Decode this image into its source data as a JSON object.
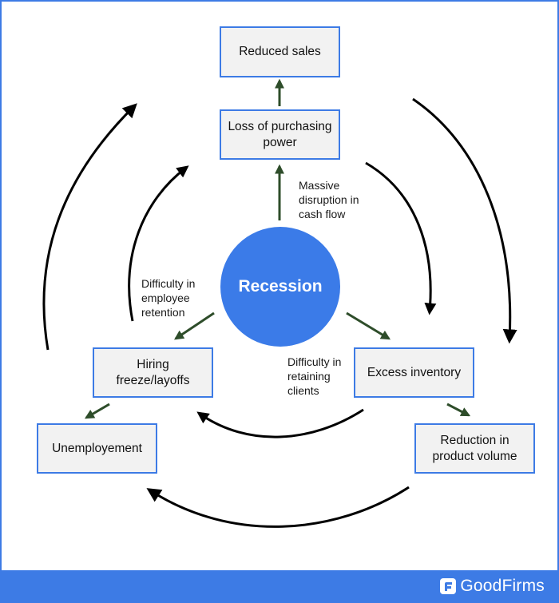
{
  "diagram": {
    "center": {
      "label": "Recession",
      "color": "#3b7be8"
    },
    "boxes": {
      "reduced_sales": "Reduced sales",
      "loss_of_purchasing_power": "Loss of purchasing power",
      "hiring_freeze": "Hiring freeze/layoffs",
      "unemployment": "Unemployement",
      "excess_inventory": "Excess inventory",
      "reduction_volume": "Reduction in product volume"
    },
    "notes": {
      "cash_flow": "Massive disruption in cash flow",
      "employee_retention": "Difficulty in employee retention",
      "client_retention": "Difficulty in retaining clients"
    },
    "colors": {
      "box_border": "#3d7be5",
      "box_fill": "#f2f2f2",
      "effect_arrow": "#2e4d2a",
      "cycle_arrow": "#000000"
    }
  },
  "footer": {
    "brand": "GoodFirms",
    "color": "#3d7be5"
  }
}
